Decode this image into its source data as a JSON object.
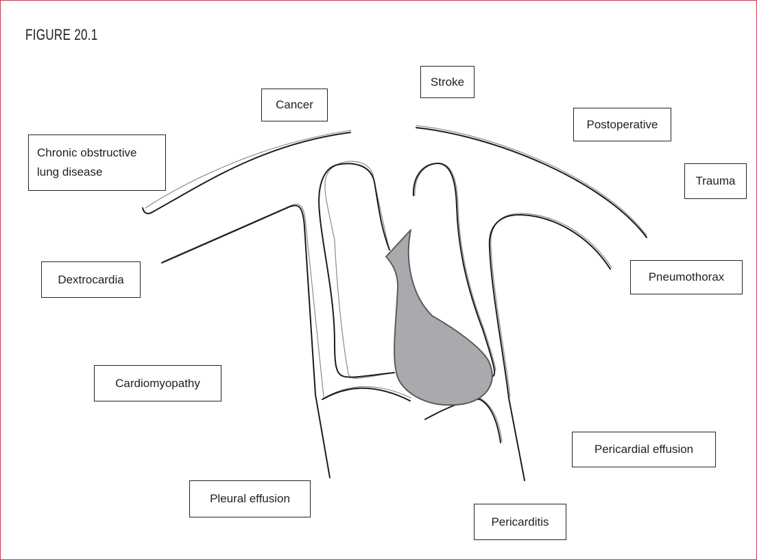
{
  "figure": {
    "title": "FIGURE 20.1"
  },
  "labels": {
    "cancer": "Cancer",
    "stroke": "Stroke",
    "postoperative": "Postoperative",
    "copd": "Chronic obstructive\nlung disease",
    "trauma": "Trauma",
    "dextrocardia": "Dextrocardia",
    "pneumothorax": "Pneumothorax",
    "cardiomyopathy": "Cardiomyopathy",
    "pericardial_effusion": "Pericardial effusion",
    "pleural_effusion": "Pleural effusion",
    "pericarditis": "Pericarditis"
  },
  "colors": {
    "frame": "#c8364f",
    "line": "#1a1a1a",
    "line_shadow": "#8a8a8a",
    "heart_fill": "#a9aaad",
    "heart_stroke": "#5a5a5a"
  }
}
